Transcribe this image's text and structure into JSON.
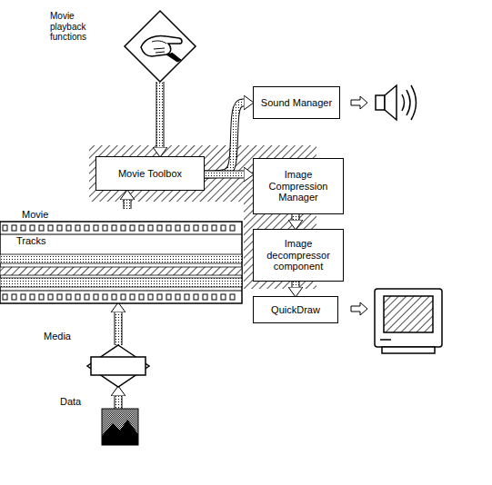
{
  "diagram": {
    "nodes": [
      {
        "text": [
          "Movie playback functions"
        ]
      },
      {
        "text": [
          "Movie Toolbox"
        ]
      },
      {
        "text": [
          "Sound Manager"
        ]
      },
      {
        "text": [
          "Image Compression Manager"
        ]
      },
      {
        "text": [
          "Image decompressor component"
        ]
      },
      {
        "text": [
          "QuickDraw"
        ]
      },
      {
        "text": [
          "Movie",
          "Tracks"
        ]
      },
      {
        "text": [
          "Media"
        ]
      },
      {
        "text": [
          "Data"
        ]
      }
    ],
    "edges": [
      {
        "from": 0,
        "to": 1,
        "arrow": "to"
      },
      {
        "from": 6,
        "to": 1,
        "arrow": "to"
      },
      {
        "from": 1,
        "to": 2,
        "arrow": "to"
      },
      {
        "from": 1,
        "to": 3,
        "arrow": "to"
      },
      {
        "from": 3,
        "to": 4,
        "arrow": "to"
      },
      {
        "from": 4,
        "to": 5,
        "arrow": "to"
      },
      {
        "from": 7,
        "to": 6,
        "arrow": "to"
      },
      {
        "from": 8,
        "to": 7,
        "arrow": "to"
      }
    ]
  }
}
